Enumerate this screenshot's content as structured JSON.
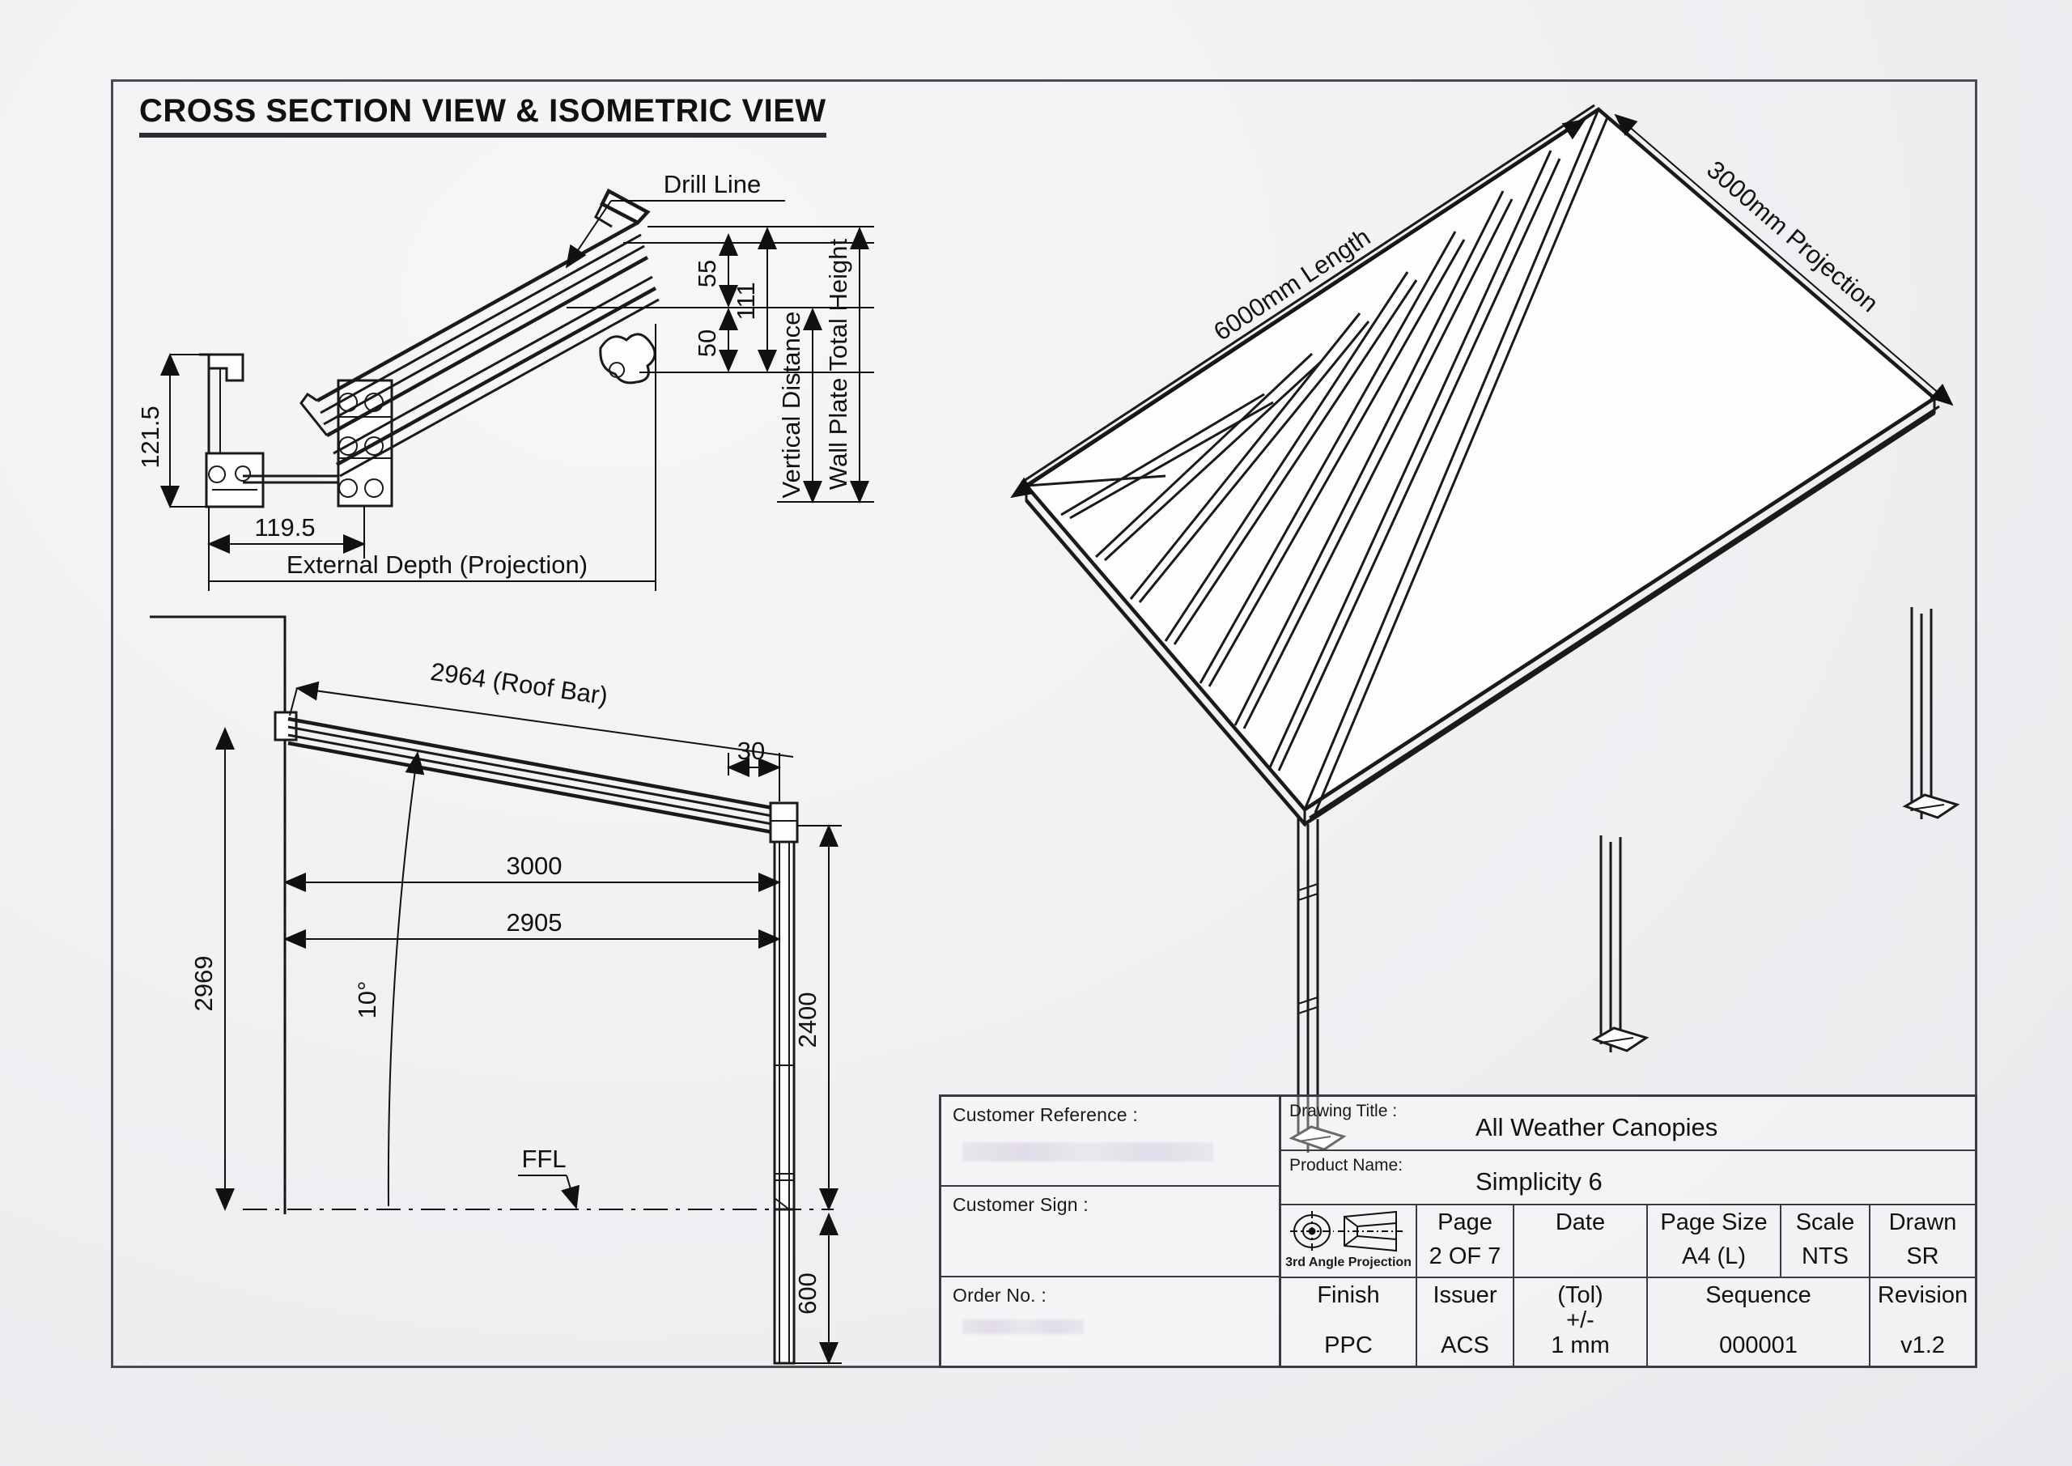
{
  "sheet": {
    "heading": "CROSS SECTION VIEW & ISOMETRIC VIEW"
  },
  "cross_section": {
    "labels": {
      "drill_line": "Drill Line",
      "vertical_distance": "Vertical Distance",
      "wall_plate_total_height": "Wall Plate Total Height",
      "external_depth": "External Depth (Projection)"
    },
    "dimensions": {
      "d_121_5": "121.5",
      "d_119_5": "119.5",
      "d_55": "55",
      "d_111": "111",
      "d_50": "50"
    }
  },
  "side_elevation": {
    "labels": {
      "ffl": "FFL",
      "roof_bar": "2964 (Roof Bar)"
    },
    "dimensions": {
      "d_30": "30",
      "d_3000": "3000",
      "d_2905": "2905",
      "d_2969": "2969",
      "d_2400": "2400",
      "d_600": "600",
      "angle_10": "10°"
    }
  },
  "isometric": {
    "length_label": "6000mm Length",
    "projection_label": "3000mm Projection"
  },
  "title_block": {
    "customer_reference_label": "Customer Reference :",
    "customer_sign_label": "Customer Sign :",
    "order_no_label": "Order No. :",
    "drawing_title_label": "Drawing Title :",
    "drawing_title_value": "All Weather Canopies",
    "product_name_label": "Product Name:",
    "product_name_value": "Simplicity 6",
    "projection_symbol_caption": "3rd Angle Projection",
    "headers_row1": [
      "Page",
      "Date",
      "Page Size",
      "Scale",
      "Drawn"
    ],
    "values_row1": [
      "2 OF 7",
      "",
      "A4 (L)",
      "NTS",
      "SR"
    ],
    "headers_row2": [
      "Finish",
      "Issuer",
      "(Tol)",
      "Sequence",
      "Revision"
    ],
    "tol_sign": "+/-",
    "values_row2": [
      "PPC",
      "ACS",
      "1 mm",
      "000001",
      "v1.2"
    ]
  }
}
